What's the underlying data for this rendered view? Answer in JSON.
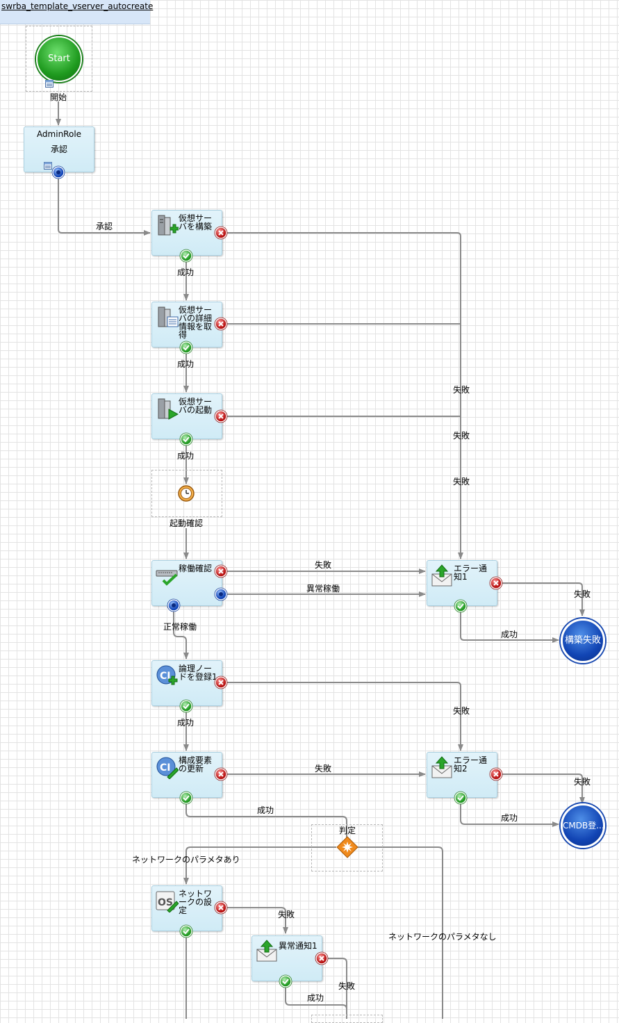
{
  "tab": {
    "title": "swrba_template_vserver_autocreate"
  },
  "nodes": {
    "start": {
      "text": "Start",
      "label": "開始"
    },
    "admin": {
      "role": "AdminRole",
      "label": "承認"
    },
    "build": {
      "label": "仮想サーバを構築"
    },
    "detail": {
      "label": "仮想サーバの詳細情報を取得"
    },
    "boot": {
      "label": "仮想サーバの起動"
    },
    "timer": {
      "label": "起動確認"
    },
    "status": {
      "label": "稼働確認"
    },
    "err1": {
      "label": "エラー通知1"
    },
    "end_fail": {
      "label": "構築失敗"
    },
    "cmdb": {
      "label": "論理ノードを登録1"
    },
    "ci_update": {
      "label": "構成要素の更新"
    },
    "err2": {
      "label": "エラー通知2"
    },
    "end_cmdb": {
      "label": "CMDB登..."
    },
    "decision": {
      "label": "判定"
    },
    "network": {
      "label": "ネットワークの設定"
    },
    "abn1": {
      "label": "異常通知1"
    }
  },
  "edges": {
    "approve": "承認",
    "success1": "成功",
    "success2": "成功",
    "success3": "成功",
    "fail_build": "失敗",
    "fail_detail": "失敗",
    "fail_boot": "失敗",
    "status_fail": "失敗",
    "status_abnormal": "異常稼働",
    "status_normal": "正常稼働",
    "err1_fail": "失敗",
    "err1_success": "成功",
    "cmdb_success": "成功",
    "cmdb_fail": "失敗",
    "ci_fail": "失敗",
    "ci_success": "成功",
    "err2_fail": "失敗",
    "err2_success": "成功",
    "net_yes": "ネットワークのパラメタあり",
    "net_no": "ネットワークのパラメタなし",
    "net_fail": "失敗",
    "abn1_fail": "失敗",
    "abn1_success": "成功"
  },
  "colors": {
    "task_fill": "#d6eef8",
    "wire": "#8a8a8a",
    "start": "#22a022",
    "end": "#1245b4",
    "success_port": "#2ea02e",
    "error_port": "#c81e1e",
    "blue_port": "#1f5fd0"
  }
}
